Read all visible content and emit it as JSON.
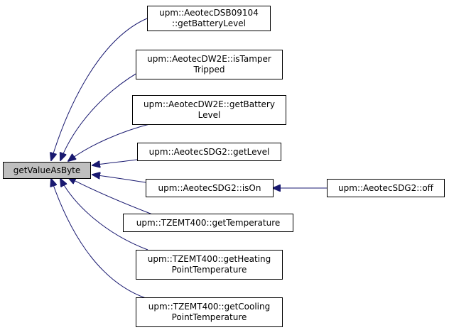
{
  "root": {
    "label": "getValueAsByte"
  },
  "callers": [
    {
      "line1": "upm::AeotecDSB09104",
      "line2": "::getBatteryLevel"
    },
    {
      "line1": "upm::AeotecDW2E::isTamper",
      "line2": "Tripped"
    },
    {
      "line1": "upm::AeotecDW2E::getBattery",
      "line2": "Level"
    },
    {
      "line1": "upm::AeotecSDG2::getLevel",
      "line2": ""
    },
    {
      "line1": "upm::AeotecSDG2::isOn",
      "line2": ""
    },
    {
      "line1": "upm::TZEMT400::getTemperature",
      "line2": ""
    },
    {
      "line1": "upm::TZEMT400::getHeating",
      "line2": "PointTemperature"
    },
    {
      "line1": "upm::TZEMT400::getCooling",
      "line2": "PointTemperature"
    }
  ],
  "secondary": {
    "label": "upm::AeotecSDG2::off"
  },
  "colors": {
    "edge": "#191970",
    "root_fill": "#bfbfbf",
    "border": "#000000"
  }
}
